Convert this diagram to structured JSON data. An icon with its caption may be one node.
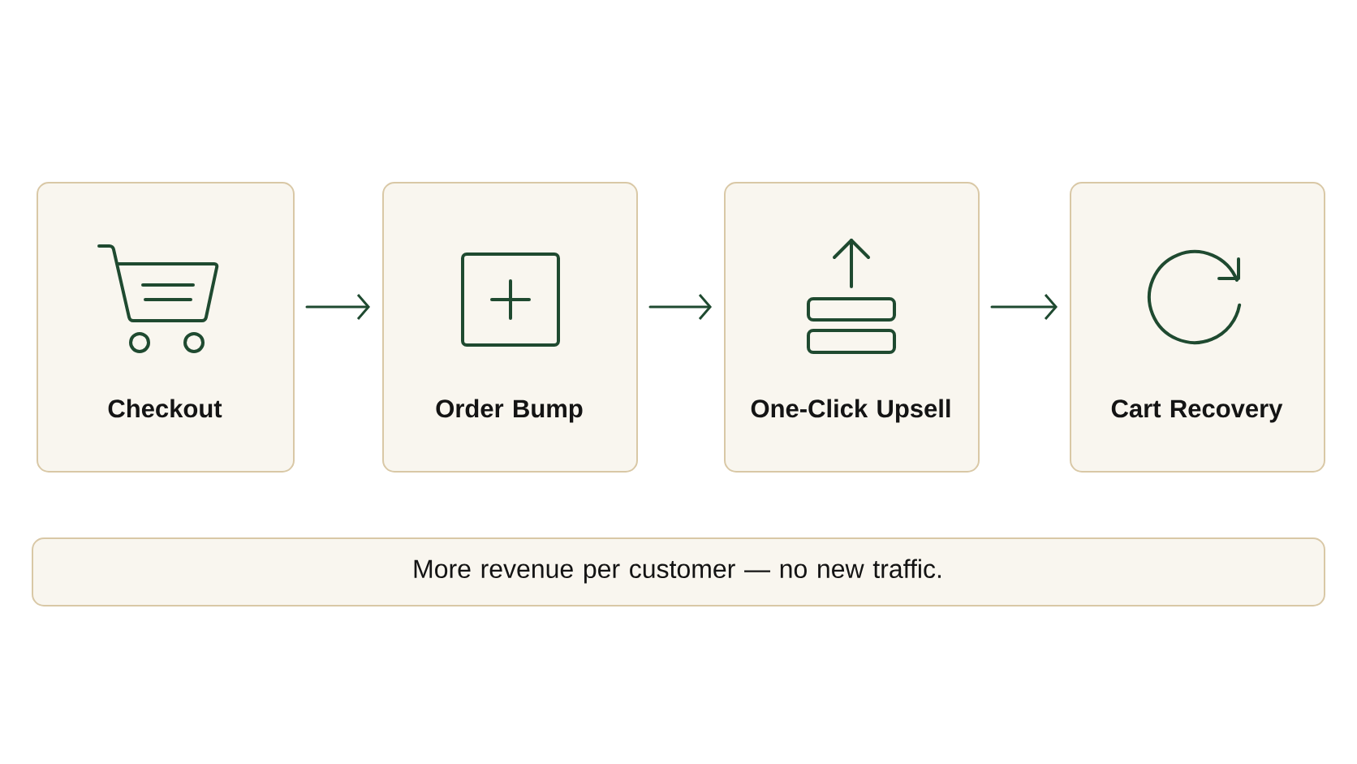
{
  "diagram": {
    "nodes": [
      {
        "text": [
          "Checkout"
        ]
      },
      {
        "text": [
          "Order Bump"
        ]
      },
      {
        "text": [
          "One-Click Upsell"
        ]
      },
      {
        "text": [
          "Cart Recovery"
        ]
      },
      {
        "text": [
          "More revenue per customer — no new traffic."
        ]
      }
    ],
    "edges": [
      {
        "from": 0,
        "to": 1,
        "arrow": "to"
      },
      {
        "from": 1,
        "to": 2,
        "arrow": "to"
      },
      {
        "from": 2,
        "to": 3,
        "arrow": "to"
      }
    ]
  }
}
